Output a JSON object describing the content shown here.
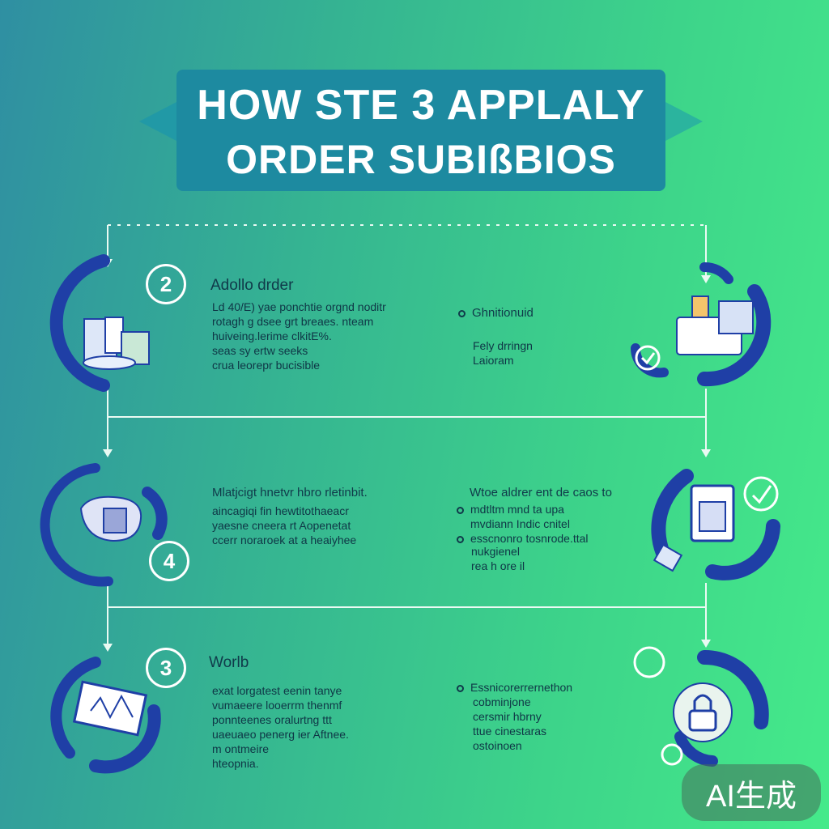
{
  "title": {
    "line1": "HOW STE 3 APPLALY",
    "line2": "ORDER SUBIßBIOS"
  },
  "steps": [
    {
      "number": "2",
      "heading": "Adollo drder",
      "body": "Ld 40/E) yae ponchtie orgnd noditr\nrotagh g dsee grt breaes. nteam\nhuiveing.lerime clkitE%.\nseas sy ertw seeks\ncrua leorepr bucisible"
    },
    {
      "number": "4",
      "heading": "Mlatjcigt hnetvr hbro rletinbit.",
      "body": "aincagiqi fin hewtitothaeacr\nyaesne cneera rt Aopenetat\nccerr noraroek at a heaiyhee"
    },
    {
      "number": "3",
      "heading": "Worlb",
      "body": "exat lorgatest eenin tanye\nvumaeere looerrm thenmf\nponnteenes oralurtng ttt\nuaeuaeo penerg ier Aftnee.\nm ontmeire\nhteopnia."
    }
  ],
  "right_steps": [
    {
      "heading": "Ghnitionuid",
      "body": "Fely drringn\nLaioram"
    },
    {
      "heading": "Wtoe aldrer ent de caos to",
      "bullets": [
        "mdtltm mnd ta upa",
        "mvdiann Indic cnitel",
        "esscnonro tosnrode.ttal"
      ],
      "body": "nukgienel\nrea h ore il"
    },
    {
      "heading": "",
      "bullets": [
        "Essnicorerrernethon"
      ],
      "body": "cobminjone\ncersmir hbrny\nttue cinestaras\nostoinoen"
    }
  ],
  "badge": "AI生成",
  "colors": {
    "accent_blue": "#1f3fa6",
    "banner": "#1d8aa0",
    "light_blue": "#dde7f8"
  },
  "icons": [
    "document-stack-icon",
    "printer-icon",
    "cloud-scroll-icon",
    "oven-device-icon",
    "pencil-tablet-icon",
    "padlock-icon"
  ]
}
